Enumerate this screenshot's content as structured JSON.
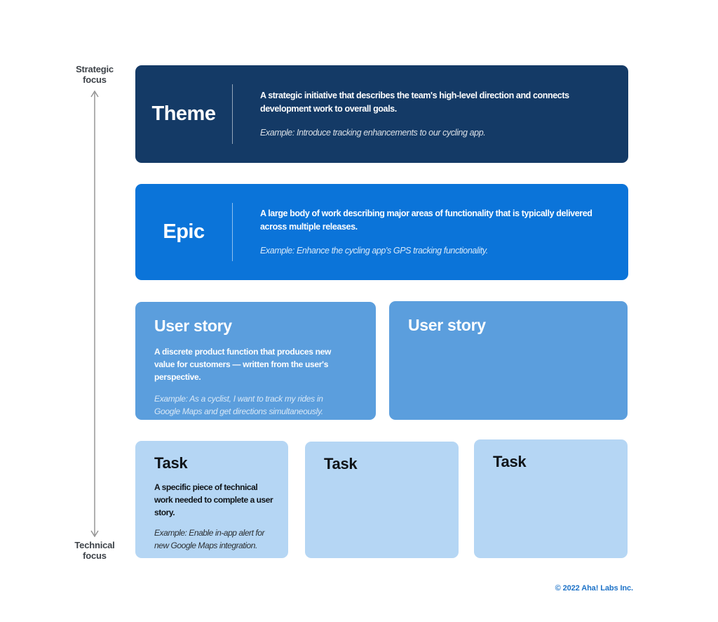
{
  "colors": {
    "theme_bg": "#143a66",
    "epic_bg": "#0b74d9",
    "user_story_bg": "#5b9edd",
    "task_bg": "#b5d6f4",
    "axis_line": "#8f8f8f",
    "axis_label": "#3d4248",
    "copyright_blue": "#1e73c8"
  },
  "axis": {
    "top_label": "Strategic focus",
    "bottom_label": "Technical focus"
  },
  "cards": {
    "theme": {
      "title": "Theme",
      "description": "A strategic initiative that describes the team's high-level direction and connects development work to overall goals.",
      "example": "Example: Introduce tracking enhancements to our cycling app."
    },
    "epic": {
      "title": "Epic",
      "description": "A large body of work describing major areas of functionality that is typically delivered across multiple releases.",
      "example": "Example: Enhance the cycling app's GPS tracking functionality."
    },
    "user_story_left": {
      "title": "User story",
      "description": "A discrete product function that produces new value for customers — written from the user's perspective.",
      "example": "Example: As a cyclist, I want to track my rides in Google Maps and get directions simultaneously."
    },
    "user_story_right": {
      "title": "User story"
    },
    "task_left": {
      "title": "Task",
      "description": "A specific piece of technical work needed to complete a user story.",
      "example": "Example: Enable in-app alert for new Google Maps integration."
    },
    "task_middle": {
      "title": "Task"
    },
    "task_right": {
      "title": "Task"
    }
  },
  "footer": {
    "copyright": "© 2022 Aha! Labs Inc."
  }
}
